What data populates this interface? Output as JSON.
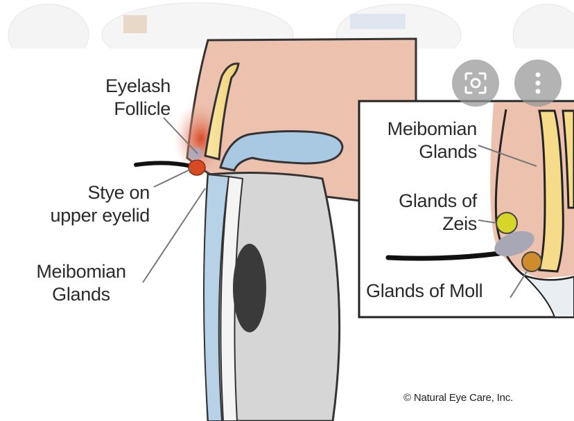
{
  "labels": {
    "eyelash_follicle": [
      "Eyelash",
      "Follicle"
    ],
    "stye": [
      "Stye on",
      "upper eyelid"
    ],
    "meibomian_main": [
      "Meibomian",
      "Glands"
    ],
    "meibomian_inset": [
      "Meibomian",
      "Glands"
    ],
    "zeis": [
      "Glands of",
      "Zeis"
    ],
    "moll": "Glands of Moll"
  },
  "copyright": "© Natural Eye Care, Inc.",
  "overlay_buttons": [
    {
      "icon": "lens-search-icon"
    },
    {
      "icon": "more-vert-icon"
    }
  ],
  "colors": {
    "skin": "#ecc1ae",
    "stye": "#d84a22",
    "gland": "#a9c8e2",
    "eyeball": "#d6d6d6",
    "pupil": "#3a3a3a",
    "zeis": "#d5d52a",
    "moll": "#d08c2a"
  }
}
